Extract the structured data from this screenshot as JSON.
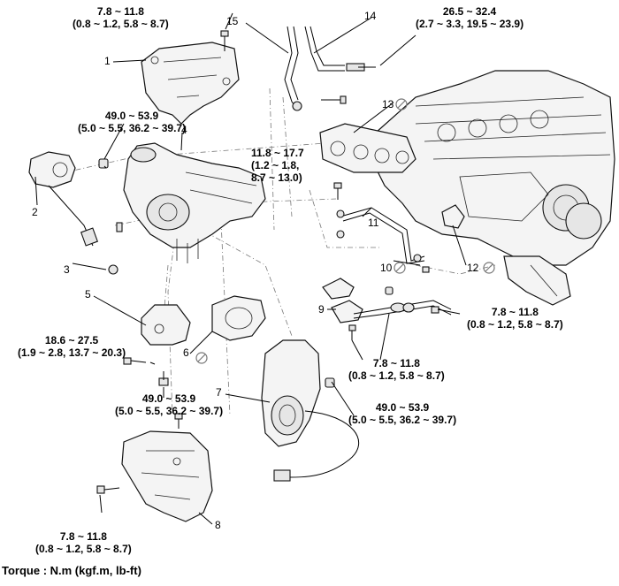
{
  "torques": {
    "t_top": {
      "line1": "7.8 ~ 11.8",
      "line2": "(0.8 ~ 1.2, 5.8 ~ 8.7)"
    },
    "t_topright": {
      "line1": "26.5 ~ 32.4",
      "line2": "(2.7 ~ 3.3, 19.5 ~ 23.9)"
    },
    "t_left_mid": {
      "line1": "49.0 ~ 53.9",
      "line2": "(5.0 ~ 5.5, 36.2 ~ 39.7)"
    },
    "t_center": {
      "line1": "11.8 ~ 17.7",
      "line2": "(1.2 ~ 1.8,",
      "line3": "8.7 ~ 13.0)"
    },
    "t_right_mid": {
      "line1": "7.8 ~ 11.8",
      "line2": "(0.8 ~ 1.2, 5.8 ~ 8.7)"
    },
    "t_left_low": {
      "line1": "18.6 ~ 27.5",
      "line2": "(1.9 ~ 2.8, 13.7 ~ 20.3)"
    },
    "t_center_low": {
      "line1": "7.8 ~ 11.8",
      "line2": "(0.8 ~ 1.2, 5.8 ~ 8.7)"
    },
    "t_left_bottom": {
      "line1": "49.0 ~ 53.9",
      "line2": "(5.0 ~ 5.5, 36.2 ~ 39.7)"
    },
    "t_center_bottom": {
      "line1": "49.0 ~ 53.9",
      "line2": "(5.0 ~ 5.5, 36.2 ~ 39.7)"
    },
    "t_bottom": {
      "line1": "7.8 ~ 11.8",
      "line2": "(0.8 ~ 1.2, 5.8 ~ 8.7)"
    }
  },
  "callouts": {
    "n1": "1",
    "n2": "2",
    "n3": "3",
    "n4": "4",
    "n5": "5",
    "n6": "6",
    "n7": "7",
    "n8": "8",
    "n9": "9",
    "n10": "10",
    "n11": "11",
    "n12": "12",
    "n13": "13",
    "n14": "14",
    "n15": "15"
  },
  "footer": "Torque : N.m (kgf.m, lb-ft)",
  "icons": {
    "do_not_reuse": "no-reuse-icon",
    "bolt": "bolt-icon"
  }
}
